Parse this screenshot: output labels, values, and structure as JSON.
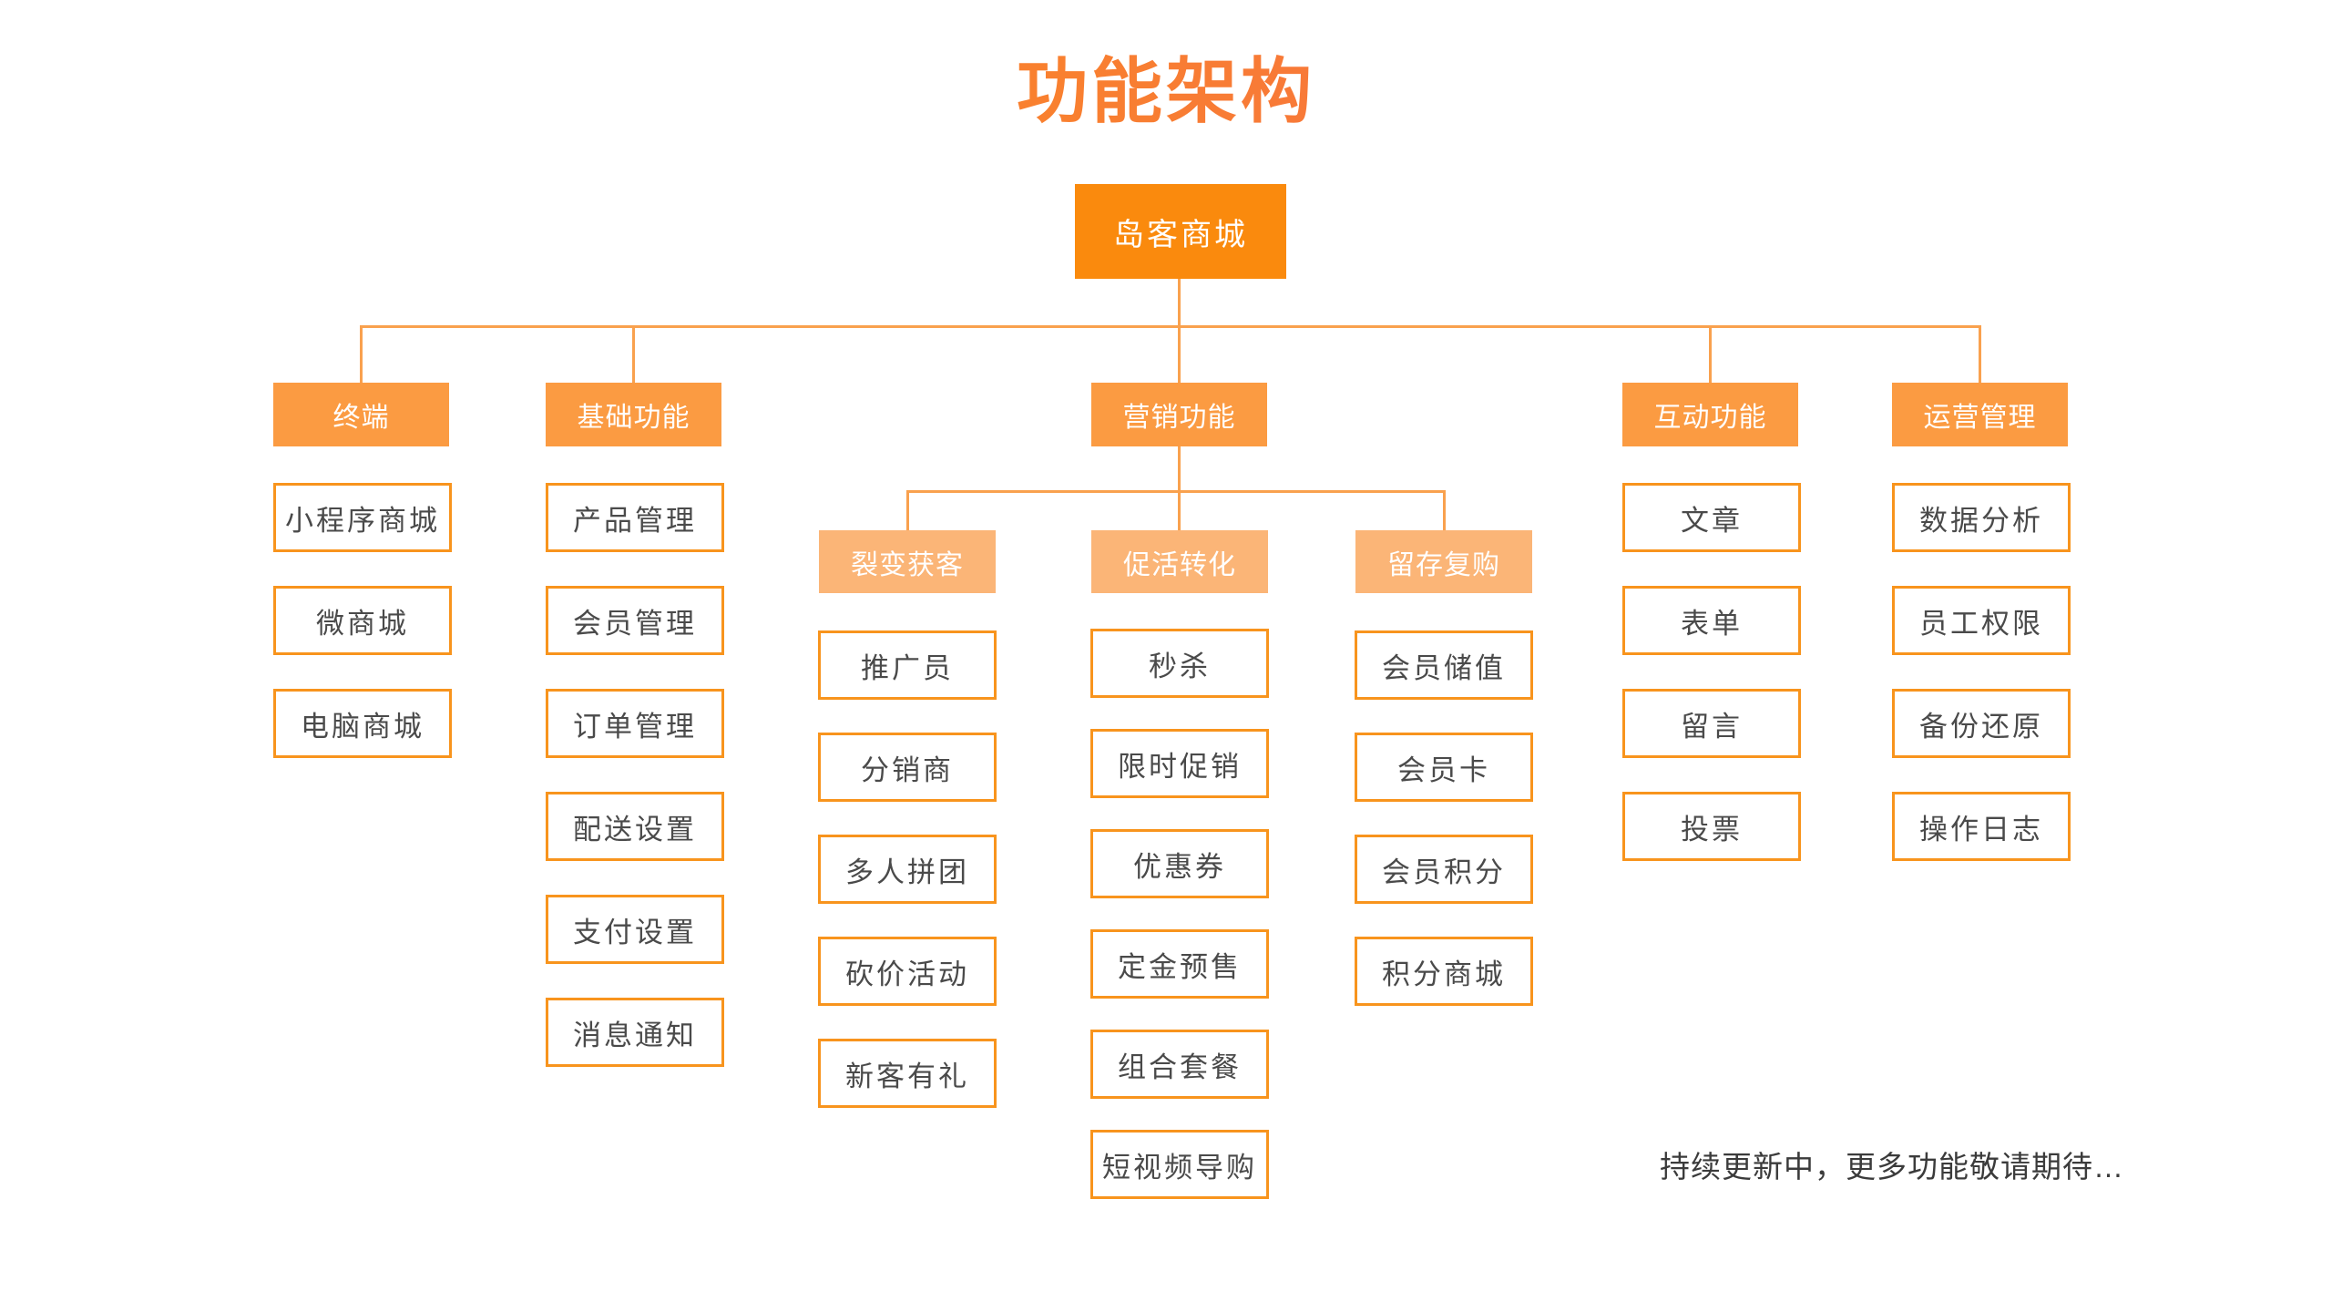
{
  "title": "功能架构",
  "tree": {
    "root": {
      "label": "岛客商城"
    },
    "branches": [
      {
        "label": "终端",
        "children": [
          "小程序商城",
          "微商城",
          "电脑商城"
        ]
      },
      {
        "label": "基础功能",
        "children": [
          "产品管理",
          "会员管理",
          "订单管理",
          "配送设置",
          "支付设置",
          "消息通知"
        ]
      },
      {
        "label": "营销功能",
        "groups": [
          {
            "label": "裂变获客",
            "children": [
              "推广员",
              "分销商",
              "多人拼团",
              "砍价活动",
              "新客有礼"
            ]
          },
          {
            "label": "促活转化",
            "children": [
              "秒杀",
              "限时促销",
              "优惠券",
              "定金预售",
              "组合套餐",
              "短视频导购"
            ]
          },
          {
            "label": "留存复购",
            "children": [
              "会员储值",
              "会员卡",
              "会员积分",
              "积分商城"
            ]
          }
        ]
      },
      {
        "label": "互动功能",
        "children": [
          "文章",
          "表单",
          "留言",
          "投票"
        ]
      },
      {
        "label": "运营管理",
        "children": [
          "数据分析",
          "员工权限",
          "备份还原",
          "操作日志"
        ]
      }
    ]
  },
  "footer_note": "持续更新中，更多功能敬请期待…",
  "colors": {
    "root_fill": "#FA8A0D",
    "branch_fill": "#FB9B42",
    "group_fill": "#FBB577",
    "leaf_border": "#F8941D",
    "leaf_text": "#4A4A4A",
    "connector": "#F9A14E",
    "title_gradient_start": "#FA8E2D",
    "title_gradient_end": "#F2605A",
    "footer_text": "#3B3B3B"
  }
}
